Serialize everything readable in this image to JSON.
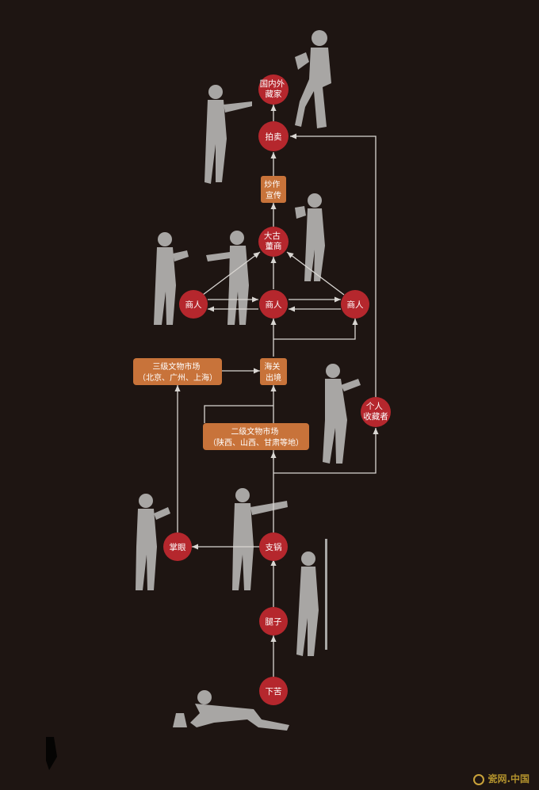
{
  "nodes": {
    "collectors_intl": "国内外\n藏家",
    "auction": "拍卖",
    "hype": "炒作\n宣传",
    "big_dealer": "大古\n董商",
    "dealer_left": "商人",
    "dealer_mid": "商人",
    "dealer_right": "商人",
    "tertiary_market": "三级文物市场\n（北京、广州、上海）",
    "customs": "海关\n出境",
    "private_collector": "个人\n收藏者",
    "secondary_market": "二级文物市场\n（陕西、山西、甘肃等地）",
    "appraiser": "掌眼",
    "financier": "支锅",
    "lookout": "腿子",
    "digger": "下苦"
  },
  "colors": {
    "background": "#1e1512",
    "circle": "#b5272d",
    "box": "#c8733a",
    "line": "#d9d6d2",
    "figure": "#a8a6a4"
  },
  "watermark": "瓷网.中国"
}
